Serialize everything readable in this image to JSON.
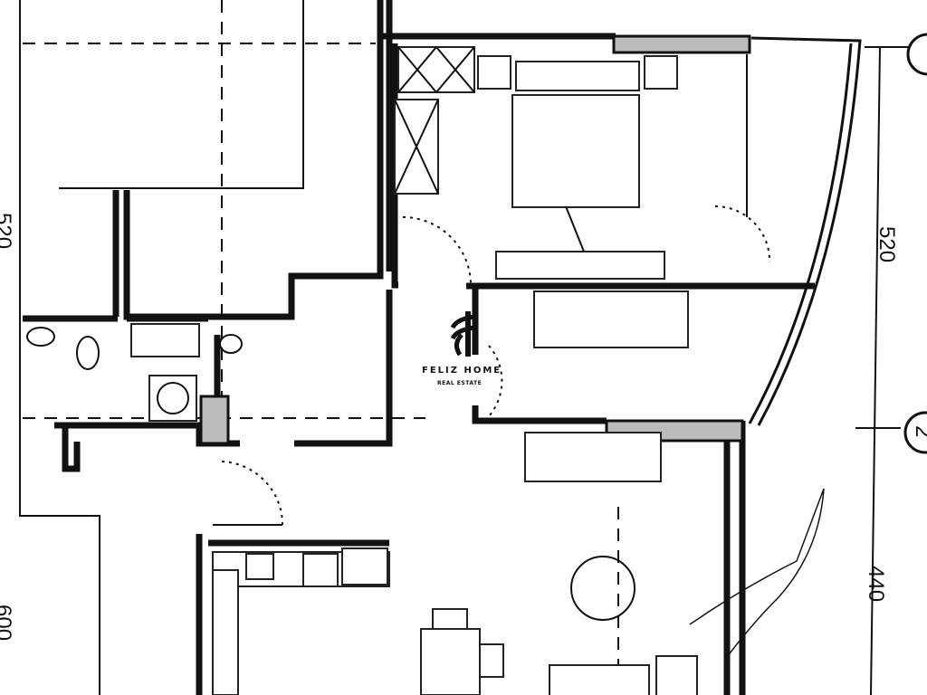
{
  "plan": {
    "dimensions": {
      "left_upper": "520",
      "left_lower": "600",
      "right_upper": "520",
      "right_lower": "440"
    },
    "axis_markers": [
      "2"
    ]
  },
  "watermark": {
    "title": "FELIZ HOME",
    "subtitle": "REAL ESTATE"
  }
}
